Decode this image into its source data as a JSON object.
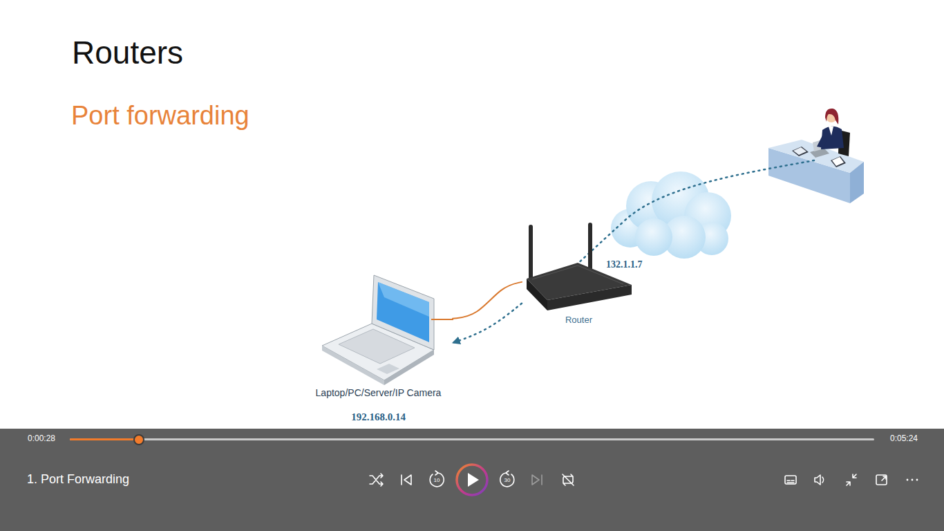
{
  "diagram": {
    "title": "Routers",
    "nodes": [
      {
        "text": [
          "Laptop/PC/Server/IP Camera",
          "192.168.0.14"
        ]
      },
      {
        "text": [
          "Router"
        ]
      }
    ],
    "edges": [
      {
        "from": 1,
        "to": 0,
        "arrow": "to"
      },
      {
        "from": 0,
        "to": 1,
        "arrow": "none"
      }
    ],
    "labels": [
      "Port forwarding",
      "132.1.1.7",
      "0:00:28",
      "0:05:24",
      "1. Port Forwarding",
      "10",
      "30"
    ]
  }
}
